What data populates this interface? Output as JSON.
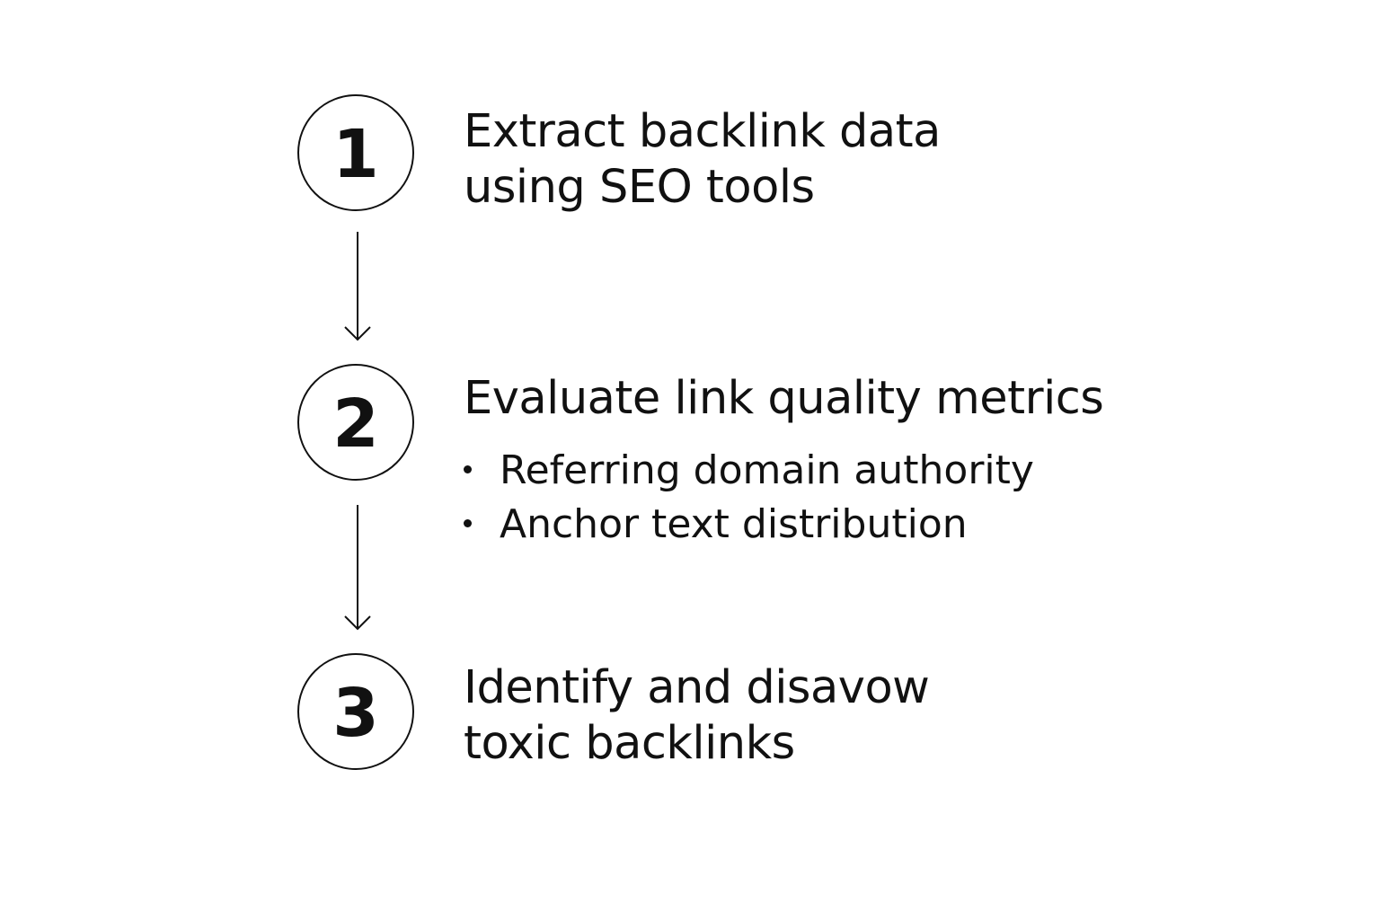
{
  "colors": {
    "background": "#ffffff",
    "ink": "#111111"
  },
  "steps": [
    {
      "number": "1",
      "title_lines": [
        "Extract backlink data",
        "using SEO tools"
      ],
      "bullets": []
    },
    {
      "number": "2",
      "title_lines": [
        "Evaluate link quality metrics"
      ],
      "bullets": [
        "Referring domain authority",
        "Anchor text distribution"
      ]
    },
    {
      "number": "3",
      "title_lines": [
        "Identify and disavow",
        "toxic backlinks"
      ],
      "bullets": []
    }
  ],
  "connectors": [
    {
      "from": "1",
      "to": "2",
      "icon": "down-arrow-icon"
    },
    {
      "from": "2",
      "to": "3",
      "icon": "down-arrow-icon"
    }
  ]
}
